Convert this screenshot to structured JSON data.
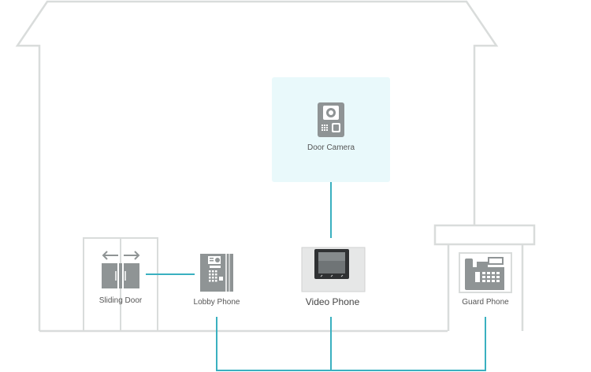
{
  "colors": {
    "building_outline": "#d9dcdb",
    "connector": "#3ab0c0",
    "highlight_bg": "#e9f9fb",
    "device_gray": "#8f9495",
    "device_dark": "#6d7173",
    "label_text": "#555555"
  },
  "devices": {
    "door_camera": {
      "label": "Door Camera",
      "icon": "door-camera-icon"
    },
    "sliding_door": {
      "label": "Sliding Door",
      "icon": "sliding-door-icon"
    },
    "lobby_phone": {
      "label": "Lobby Phone",
      "icon": "lobby-phone-icon"
    },
    "video_phone": {
      "label": "Video Phone",
      "icon": "video-phone-icon"
    },
    "guard_phone": {
      "label": "Guard Phone",
      "icon": "guard-phone-icon"
    }
  }
}
